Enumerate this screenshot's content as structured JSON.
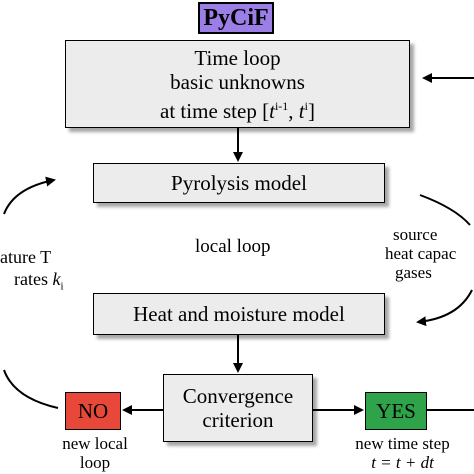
{
  "header": {
    "logo": "PyCiF"
  },
  "time_loop": {
    "line1": "Time loop",
    "line2": "basic unknowns",
    "line3_prefix": "at time step [",
    "t": "t",
    "sup1": "i-1",
    "sep": ", ",
    "sup2": "i",
    "line3_suffix": "]"
  },
  "pyrolysis": {
    "label": "Pyrolysis model"
  },
  "local_loop": {
    "label": "local loop"
  },
  "heat": {
    "label": "Heat and moisture model"
  },
  "convergence": {
    "line1": "Convergence",
    "line2": "criterion"
  },
  "no": {
    "label": "NO",
    "caption1": "new local",
    "caption2": "loop"
  },
  "yes": {
    "label": "YES",
    "caption1": "new time step",
    "caption2": "t = t + dt"
  },
  "left_side": {
    "line1": "ature T",
    "line2_prefix": "rates ",
    "k": "k",
    "sub": "i"
  },
  "right_side": {
    "line1": "source",
    "line2": "heat capac",
    "line3": "gases"
  },
  "colors": {
    "logo": "#9b7fe6",
    "no": "#e8483a",
    "yes": "#2fa34a",
    "box": "#ececec"
  }
}
